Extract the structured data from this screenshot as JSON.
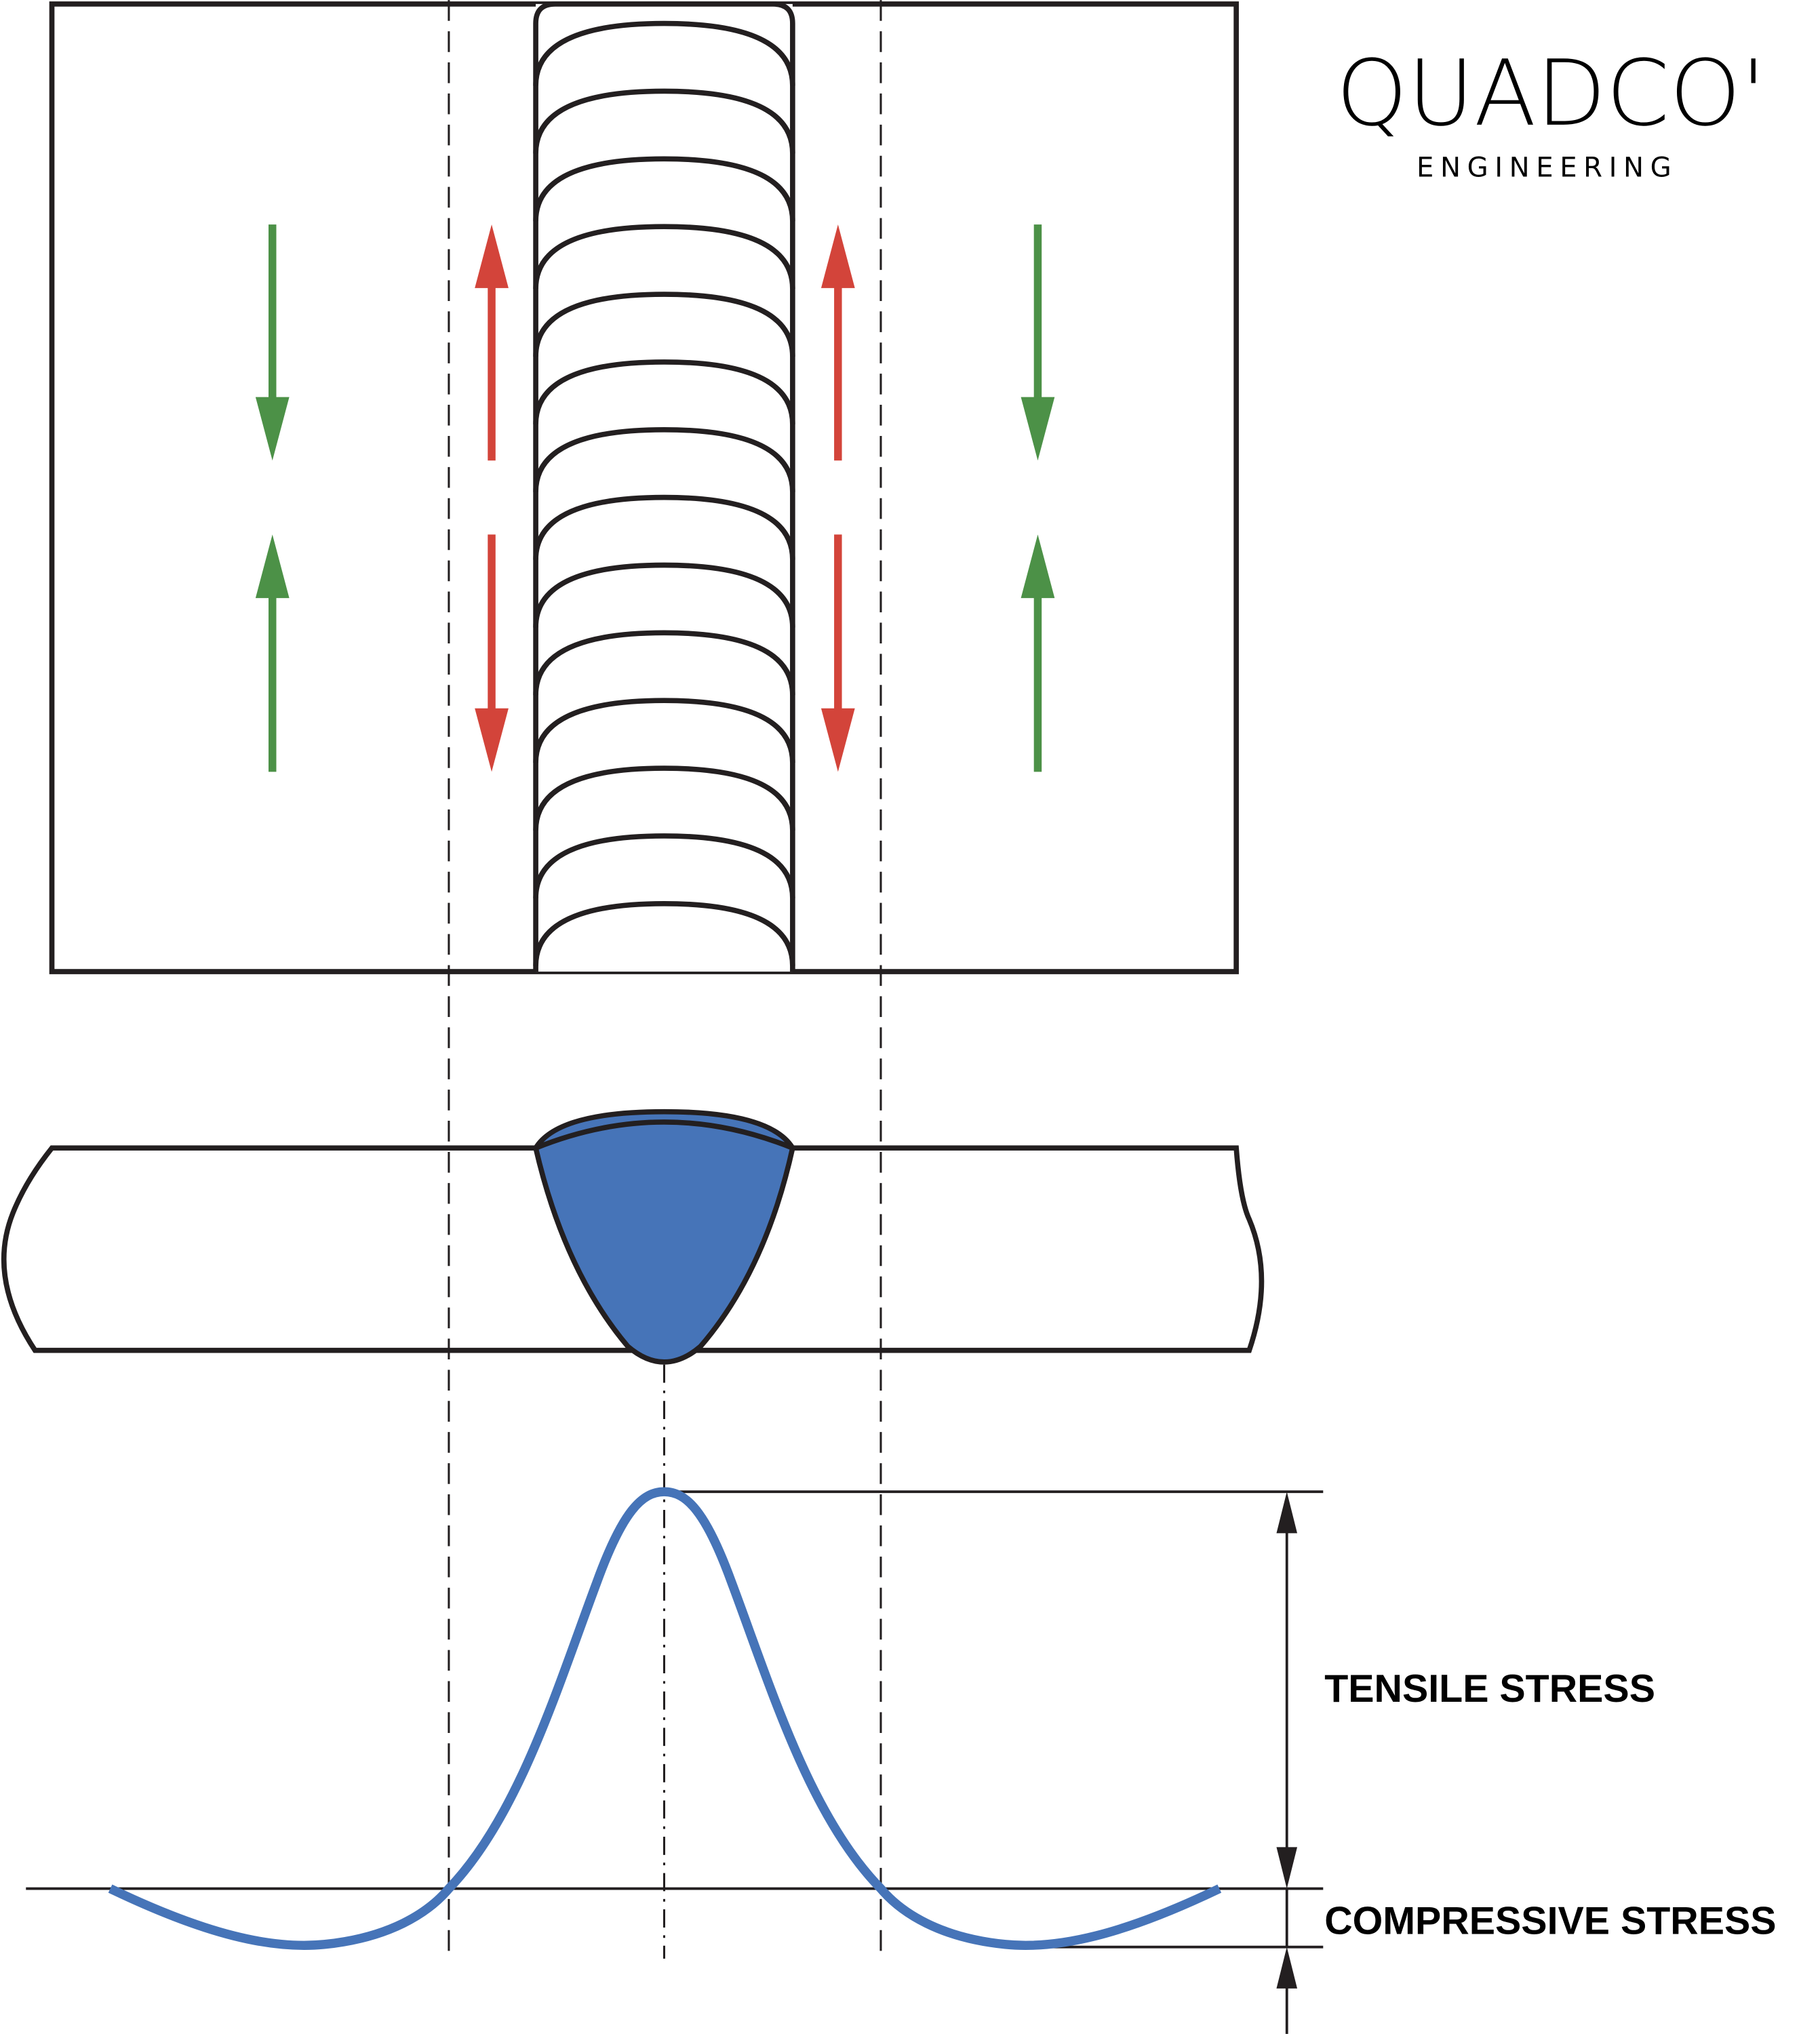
{
  "logo": {
    "name": "QUADCO'",
    "tagline": "ENGINEERING"
  },
  "labels": {
    "tensile": "TENSILE STRESS",
    "compressive": "COMPRESSIVE STRESS"
  },
  "colors": {
    "weld_fill": "#4674b8",
    "stress_curve": "#4674b8",
    "tension_arrow": "#d3443a",
    "compression_arrow": "#4c9147",
    "line": "#231f20"
  }
}
